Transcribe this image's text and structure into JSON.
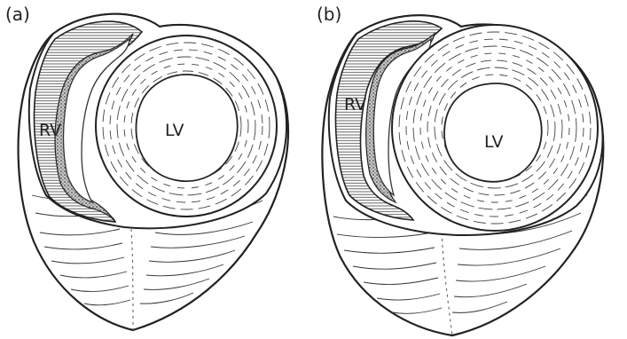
{
  "panels": [
    {
      "label": "(a)",
      "rv_label": "RV",
      "lv_label": "LV"
    },
    {
      "label": "(b)",
      "rv_label": "RV",
      "lv_label": "LV"
    }
  ],
  "colors": {
    "ink": "#222222",
    "hatch": "#777777",
    "paper": "#ffffff"
  }
}
